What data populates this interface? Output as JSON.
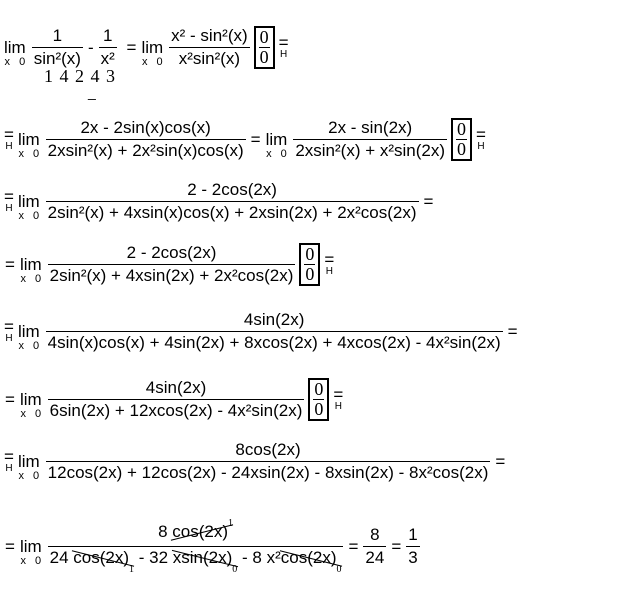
{
  "lim_label": "lim",
  "lim_sub": "x 0",
  "eq": "=",
  "h_label": "H",
  "indeterminate": {
    "num": "0",
    "den": "0"
  },
  "row1_brace": "1 4 2 4 3",
  "row1_brace_mark": "_",
  "rows": [
    [
      {
        "t": "lim"
      },
      {
        "t": "frac",
        "n": "1",
        "d": "sin²(x)"
      },
      {
        "t": "op",
        "v": "-"
      },
      {
        "t": "frac",
        "n": "1",
        "d": "x²"
      },
      {
        "t": "op",
        "v": " ="
      },
      {
        "t": "lim"
      },
      {
        "t": "frac",
        "n": "x² - sin²(x)",
        "d": "x²sin²(x)"
      },
      {
        "t": "box"
      },
      {
        "t": "eqh"
      }
    ],
    [
      {
        "t": "eqh"
      },
      {
        "t": "lim"
      },
      {
        "t": "frac",
        "n": "2x - 2sin(x)cos(x)",
        "d": "2xsin²(x) + 2x²sin(x)cos(x)"
      },
      {
        "t": "op",
        "v": "="
      },
      {
        "t": "lim"
      },
      {
        "t": "frac",
        "n": "2x - sin(2x)",
        "d": "2xsin²(x) + x²sin(2x)"
      },
      {
        "t": "box"
      },
      {
        "t": "eqh"
      }
    ],
    [
      {
        "t": "eqh"
      },
      {
        "t": "lim"
      },
      {
        "t": "frac",
        "n": "2 - 2cos(2x)",
        "d": "2sin²(x) + 4xsin(x)cos(x) + 2xsin(2x) + 2x²cos(2x)"
      },
      {
        "t": "op",
        "v": "="
      }
    ],
    [
      {
        "t": "op",
        "v": "="
      },
      {
        "t": "lim"
      },
      {
        "t": "frac",
        "n": "2 - 2cos(2x)",
        "d": "2sin²(x) + 4xsin(2x) + 2x²cos(2x)"
      },
      {
        "t": "box"
      },
      {
        "t": "eqh"
      }
    ],
    [
      {
        "t": "eqh"
      },
      {
        "t": "lim"
      },
      {
        "t": "frac",
        "n": "4sin(2x)",
        "d": "4sin(x)cos(x) + 4sin(2x) + 8xcos(2x) + 4xcos(2x) - 4x²sin(2x)"
      },
      {
        "t": "op",
        "v": "="
      }
    ],
    [
      {
        "t": "op",
        "v": "="
      },
      {
        "t": "lim"
      },
      {
        "t": "frac",
        "n": "4sin(2x)",
        "d": "6sin(2x) + 12xcos(2x) - 4x²sin(2x)"
      },
      {
        "t": "box"
      },
      {
        "t": "eqh"
      }
    ],
    [
      {
        "t": "eqh"
      },
      {
        "t": "lim"
      },
      {
        "t": "frac",
        "n": "8cos(2x)",
        "d": "12cos(2x) + 12cos(2x) - 24xsin(2x) - 8xsin(2x) - 8x²cos(2x)"
      },
      {
        "t": "op",
        "v": "="
      }
    ],
    [
      {
        "t": "op",
        "v": "="
      },
      {
        "t": "lim"
      },
      {
        "t": "frac",
        "n": [
          {
            "v": "8 "
          },
          {
            "v": "cos(2x)",
            "strike": true,
            "mark": "1"
          }
        ],
        "d": [
          {
            "v": "24 "
          },
          {
            "v": "cos(2x)",
            "strike": true,
            "mark": "1"
          },
          {
            "v": " - 32 "
          },
          {
            "v": "xsin(2x)",
            "strike": true,
            "mark": "0"
          },
          {
            "v": " - 8 x²"
          },
          {
            "v": "cos(2x)",
            "strike": true,
            "mark": "0"
          }
        ]
      },
      {
        "t": "op",
        "v": "="
      },
      {
        "t": "frac",
        "n": "8",
        "d": "24"
      },
      {
        "t": "op",
        "v": "="
      },
      {
        "t": "frac",
        "n": "1",
        "d": "3"
      }
    ]
  ]
}
